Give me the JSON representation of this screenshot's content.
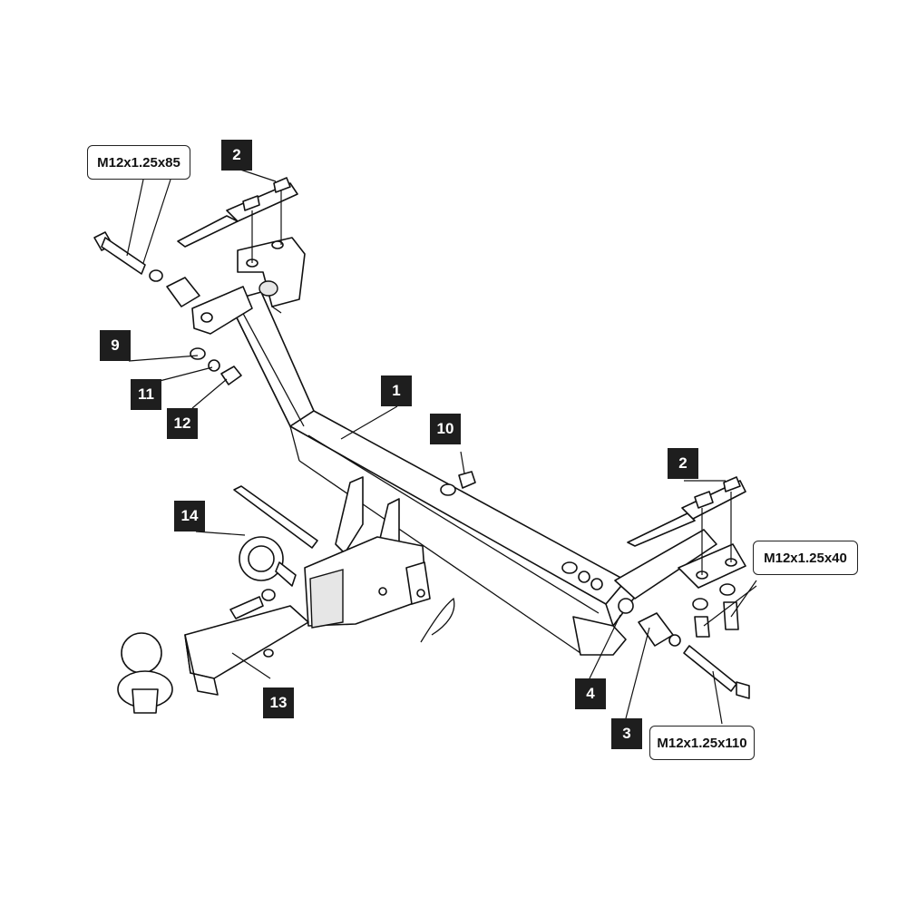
{
  "callouts": {
    "c1": "1",
    "c2a": "2",
    "c2b": "2",
    "c3": "3",
    "c4": "4",
    "c9": "9",
    "c10": "10",
    "c11": "11",
    "c12": "12",
    "c13": "13",
    "c14": "14"
  },
  "specs": {
    "bolt_85": "M12x1.25x85",
    "bolt_40": "M12x1.25x40",
    "bolt_110": "M12x1.25x110"
  },
  "colors": {
    "line": "#111111",
    "label_fill": "#1e1e1e",
    "label_text": "#ffffff"
  }
}
